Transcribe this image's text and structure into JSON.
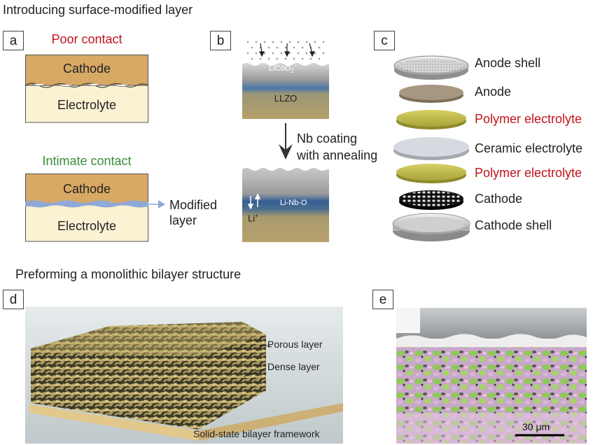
{
  "section1_title": "Introducing surface-modified layer",
  "section2_title": "Preforming a monolithic bilayer structure",
  "panels": {
    "a": {
      "label": "a",
      "top_title": "Poor contact",
      "bottom_title": "Intimate contact",
      "cathode": "Cathode",
      "electrolyte": "Electrolyte",
      "modified_label": "Modified layer",
      "colors": {
        "cathode": "#d8a865",
        "electrolyte": "#fbf2d4",
        "interlayer": "#8fa8d6"
      }
    },
    "b": {
      "label": "b",
      "top_coating": "LiCoO",
      "top_coating_sub": "2",
      "substrate": "LLZO",
      "arrow_text_line1": "Nb coating",
      "arrow_text_line2": "with annealing",
      "interlayer": "Li-Nb-O",
      "ion": "Li",
      "ion_sup": "+"
    },
    "c": {
      "label": "c",
      "layers": [
        {
          "name": "Anode shell",
          "color": "#222222"
        },
        {
          "name": "Anode",
          "color": "#222222"
        },
        {
          "name": "Polymer electrolyte",
          "color": "#c0141c"
        },
        {
          "name": "Ceramic electrolyte",
          "color": "#222222"
        },
        {
          "name": "Polymer electrolyte",
          "color": "#c0141c"
        },
        {
          "name": "Cathode",
          "color": "#222222"
        },
        {
          "name": "Cathode shell",
          "color": "#222222"
        }
      ]
    },
    "d": {
      "label": "d",
      "porous_label": "Porous layer",
      "dense_label": "Dense layer",
      "caption": "Solid-state bilayer framework"
    },
    "e": {
      "label": "e",
      "scale_bar": "30 μm"
    }
  }
}
